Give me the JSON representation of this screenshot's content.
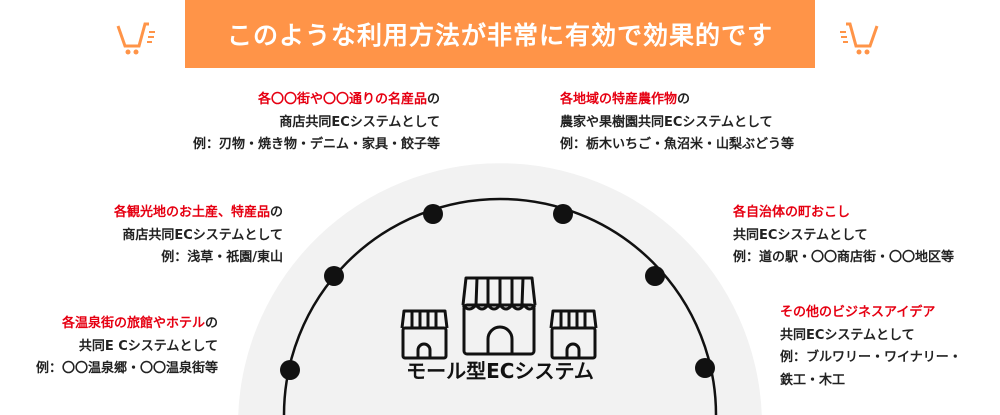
{
  "banner": {
    "title": "このような利用方法が非常に有効で効果的です",
    "color": "#ff9448"
  },
  "center": {
    "label": "モール型ECシステム",
    "icon": "storefront-icon"
  },
  "blocks": [
    {
      "red": "各〇〇街や〇〇通りの名産品",
      "suffix": "の",
      "line2": "商店共同ECシステムとして",
      "line3": "例：刃物・焼き物・デニム・家具・餃子等"
    },
    {
      "red": "各地域の特産農作物",
      "suffix": "の",
      "line2": "農家や果樹園共同ECシステムとして",
      "line3": "例：栃木いちご・魚沼米・山梨ぶどう等"
    },
    {
      "red": "各観光地のお土産、特産品",
      "suffix": "の",
      "line2": "商店共同ECシステムとして",
      "line3": "例：浅草・祇園/東山"
    },
    {
      "red": "各自治体の町おこし",
      "suffix": "",
      "line2": "共同ECシステムとして",
      "line3": "例：道の駅・〇〇商店街・〇〇地区等"
    },
    {
      "red": "各温泉街の旅館やホテル",
      "suffix": "の",
      "line2": "共同E Cシステムとして",
      "line3": "例：〇〇温泉郷・〇〇温泉街等"
    },
    {
      "red": "その他のビジネスアイデア",
      "suffix": "",
      "line2": "共同ECシステムとして",
      "line3": "例：ブルワリー・ワイナリー・",
      "line4": "鉄工・木工"
    }
  ],
  "colors": {
    "accent": "#ff9448",
    "highlight": "#e60012",
    "arc_fill": "#f2f2f2"
  }
}
